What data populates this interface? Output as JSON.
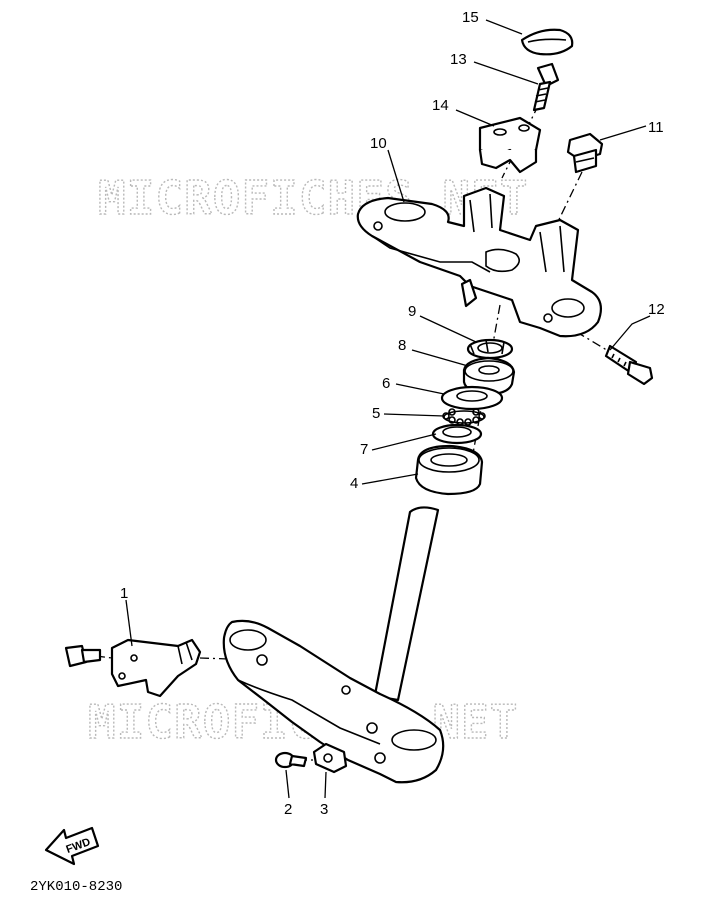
{
  "watermarks": [
    "MICROFICHES.NET",
    "MICROFICHES.NET"
  ],
  "callouts": [
    "15",
    "13",
    "14",
    "10",
    "11",
    "9",
    "12",
    "8",
    "6",
    "5",
    "7",
    "4",
    "1",
    "2",
    "3"
  ],
  "diagram_code": "2YK010-8230",
  "fwd_label": "FWD"
}
